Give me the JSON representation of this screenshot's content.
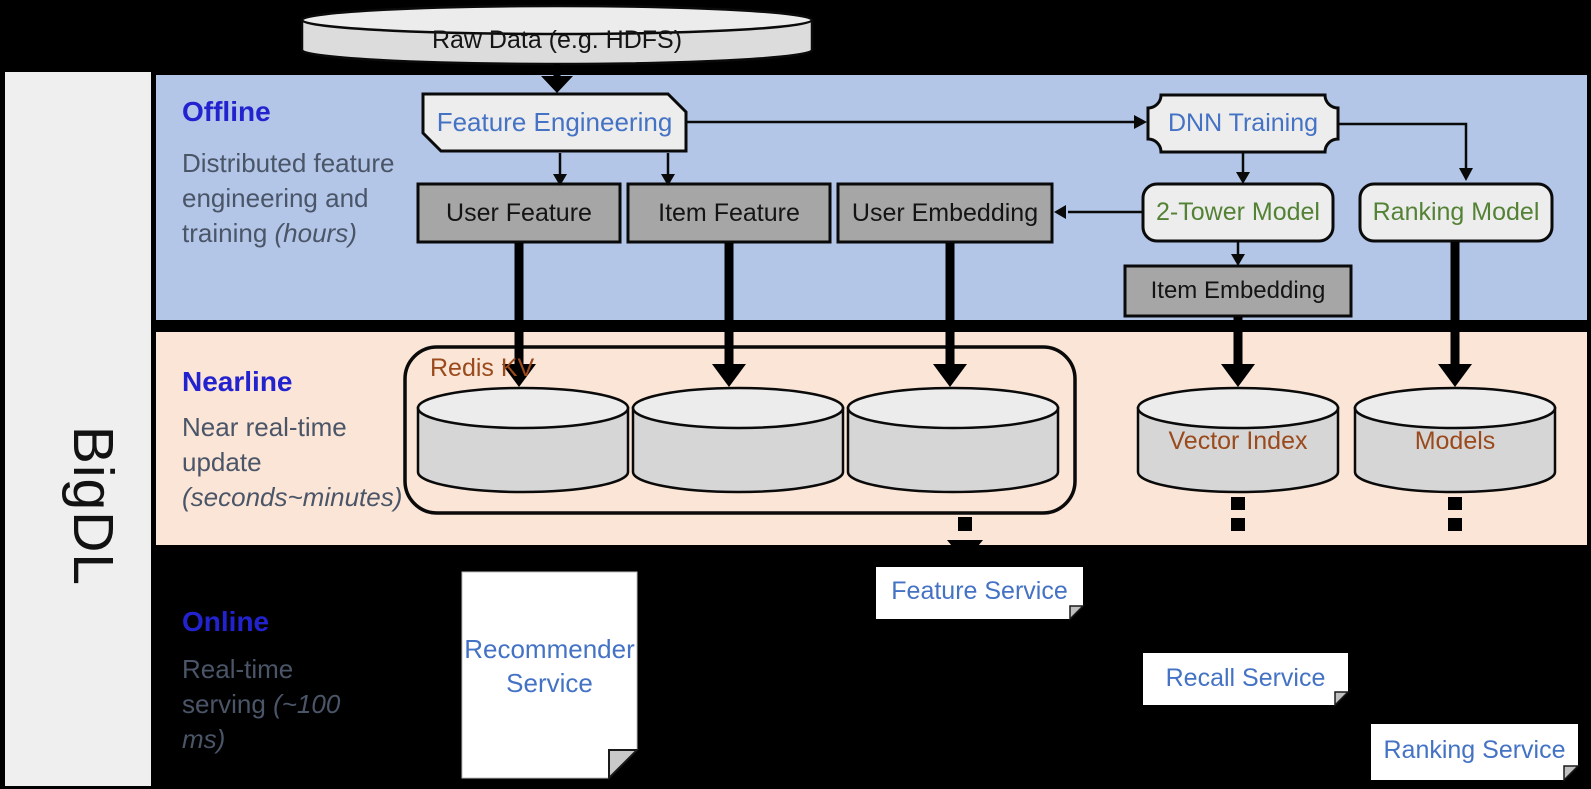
{
  "brand": "BigDL",
  "raw_data_label": "Raw Data (e.g. HDFS)",
  "sections": {
    "offline": {
      "title": "Offline",
      "description": "Distributed feature engineering and training",
      "duration_note": "(hours)"
    },
    "nearline": {
      "title": "Nearline",
      "description": "Near real-time update",
      "duration_note": "(seconds~minutes)"
    },
    "online": {
      "title": "Online",
      "description": "Real-time serving",
      "duration_note": "(~100 ms)"
    }
  },
  "nodes": {
    "feature_engineering": "Feature Engineering",
    "dnn_training": "DNN Training",
    "user_feature": "User Feature",
    "item_feature": "Item Feature",
    "user_embedding": "User Embedding",
    "two_tower_model": "2-Tower Model",
    "ranking_model": "Ranking Model",
    "item_embedding": "Item Embedding",
    "redis_kv": "Redis KV",
    "vector_index": "Vector Index",
    "models": "Models",
    "recommender_service": "Recommender Service",
    "feature_service": "Feature Service",
    "recall_service": "Recall Service",
    "ranking_service": "Ranking Service"
  },
  "colors": {
    "background": "#000000",
    "offline_band": "#b3c6e7",
    "nearline_band": "#fbe5d6",
    "sidebar_fill": "#efefef",
    "section_title": "#2222cf",
    "section_description": "#4a5568",
    "process_label": "#4472c4",
    "model_label": "#548235",
    "storage_label": "#9a4a1c",
    "service_label": "#4472c4",
    "dark_box_fill": "#a6a6a6",
    "light_box_fill": "#ededed",
    "cylinder_fill": "#d6d6d6"
  }
}
